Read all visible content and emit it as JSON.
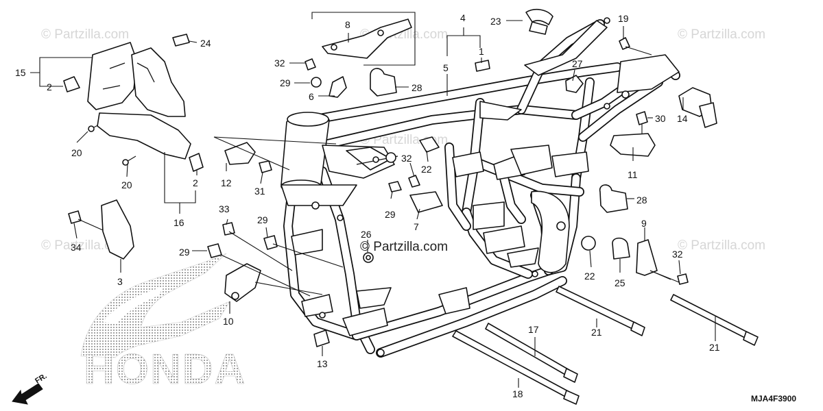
{
  "diagram": {
    "code": "MJA4F3900",
    "direction_label": "FR.",
    "brand_logo_text": "HONDA",
    "watermarks": [
      "© Partzilla.com",
      "© Partzilla.com",
      "© Partzilla.com",
      "© Partzilla.com",
      "© Partzilla.com",
      "© Partzilla.com"
    ],
    "center_watermark": "© Partzilla.com",
    "callouts": [
      "1",
      "2",
      "2",
      "3",
      "4",
      "5",
      "6",
      "7",
      "8",
      "9",
      "10",
      "11",
      "12",
      "13",
      "14",
      "15",
      "16",
      "17",
      "18",
      "19",
      "20",
      "20",
      "21",
      "21",
      "22",
      "22",
      "23",
      "24",
      "25",
      "26",
      "27",
      "28",
      "28",
      "29",
      "29",
      "29",
      "29",
      "30",
      "31",
      "32",
      "32",
      "32",
      "33",
      "34"
    ]
  }
}
